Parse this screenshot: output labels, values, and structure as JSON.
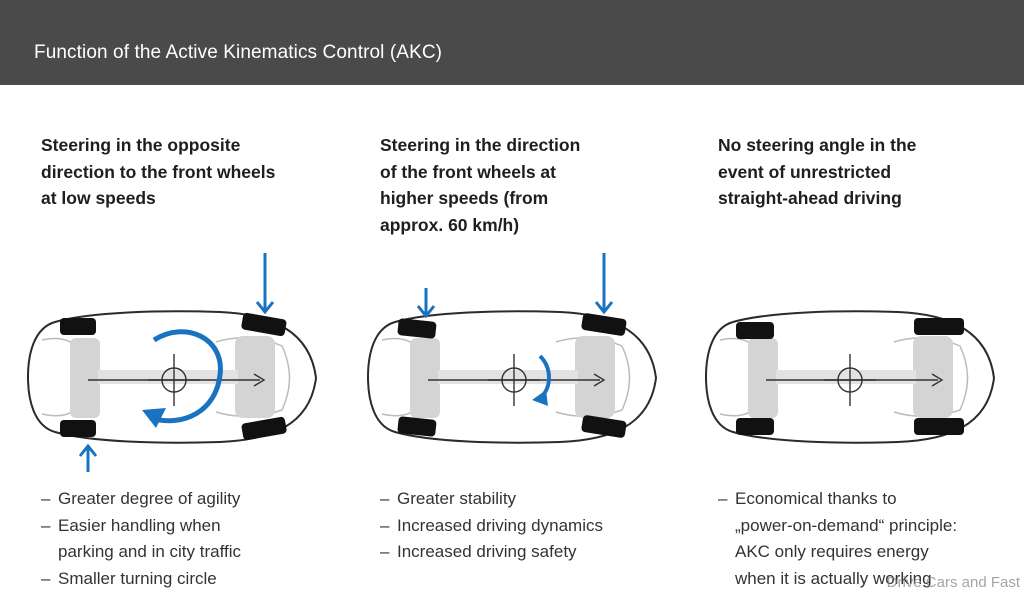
{
  "header": {
    "title": "Function of the Active Kinematics Control (AKC)"
  },
  "columns": [
    {
      "title_lines": [
        "Steering in the opposite",
        "direction to the front wheels",
        "at low speeds"
      ],
      "bullets": [
        [
          "Greater degree of agility"
        ],
        [
          "Easier handling when",
          "parking and in city traffic"
        ],
        [
          "Smaller turning circle"
        ]
      ]
    },
    {
      "title_lines": [
        "Steering in the direction",
        "of the front wheels at",
        "higher speeds (from",
        "approx. 60 km/h)"
      ],
      "bullets": [
        [
          "Greater stability"
        ],
        [
          "Increased driving dynamics"
        ],
        [
          "Increased driving safety"
        ]
      ]
    },
    {
      "title_lines": [
        "No steering angle in the",
        "event of unrestricted",
        "straight-ahead driving"
      ],
      "bullets": [
        [
          "Economical thanks to",
          "„power-on-demand“ principle:",
          "AKC only requires energy",
          "when it is actually working"
        ]
      ]
    }
  ],
  "colors": {
    "header_bg": "#4a4a4a",
    "arrow_blue": "#1a73c0",
    "tyre": "#111111",
    "chassis": "#cfcfcf"
  },
  "watermark": "Drive Cars and Fast"
}
